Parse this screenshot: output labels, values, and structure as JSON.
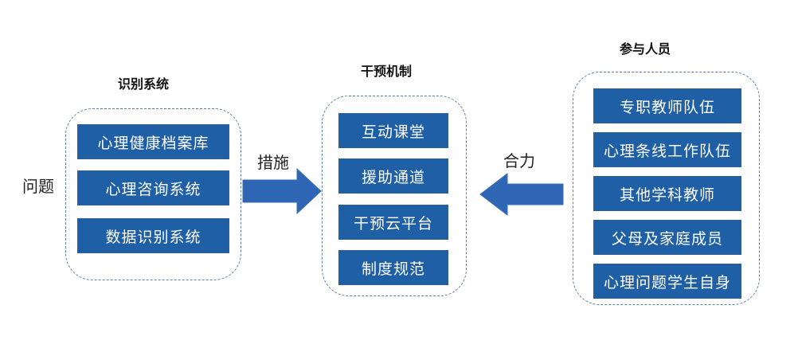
{
  "colors": {
    "box_fill": "#1f5fa6",
    "arrow_fill": "#2e66b5",
    "group_border": "#5d7fa3"
  },
  "left_group": {
    "title": "识别系统",
    "items": [
      "心理健康档案库",
      "心理咨询系统",
      "数据识别系统"
    ]
  },
  "center_group": {
    "title": "干预机制",
    "items": [
      "互动课堂",
      "援助通道",
      "干预云平台",
      "制度规范"
    ]
  },
  "right_group": {
    "title": "参与人员",
    "items": [
      "专职教师队伍",
      "心理条线工作队伍",
      "其他学科教师",
      "父母及家庭成员",
      "心理问题学生自身"
    ]
  },
  "labels": {
    "problem": "问题",
    "measures": "措施",
    "cooperation": "合力"
  }
}
